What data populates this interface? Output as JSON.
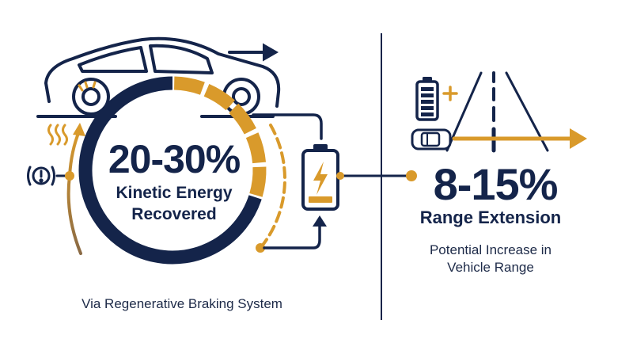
{
  "left": {
    "headline": "20-30%",
    "sub_line1": "Kinetic Energy",
    "sub_line2": "Recovered",
    "caption": "Via Regenerative Braking System",
    "progress_fraction": 0.3
  },
  "right": {
    "headline": "8-15%",
    "subtitle": "Range Extension",
    "desc_line1": "Potential Increase in",
    "desc_line2": "Vehicle Range"
  },
  "colors": {
    "navy": "#14244a",
    "gold": "#d99a2b",
    "brown": "#8a6a45",
    "white": "#ffffff"
  },
  "icons": {
    "car": "car-side-icon",
    "brake": "brake-warning-icon",
    "heat": "heat-waves-icon",
    "battery_charge": "battery-charging-icon",
    "battery_plus": "battery-plus-icon",
    "road": "road-icon",
    "car_top": "car-top-icon",
    "arrow": "arrow-right-icon"
  }
}
